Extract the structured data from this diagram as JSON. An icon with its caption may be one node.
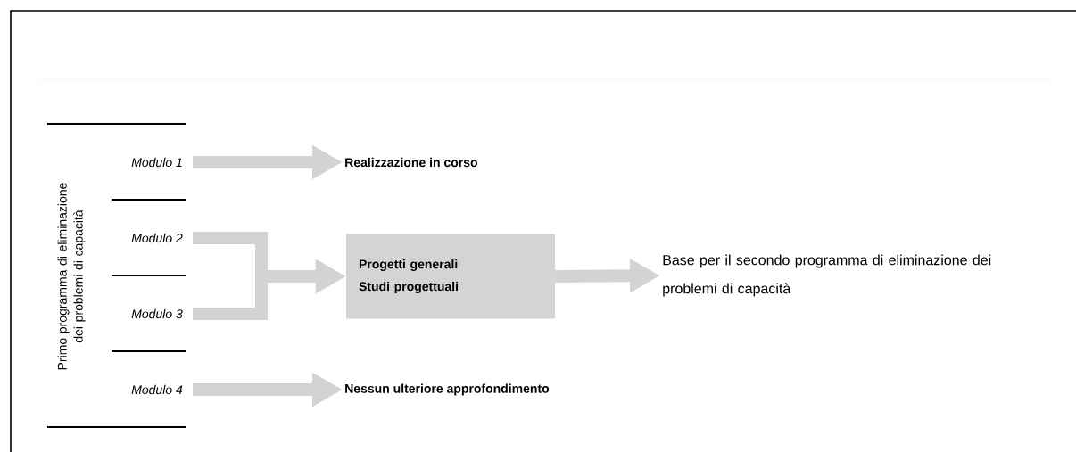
{
  "diagram": {
    "nodes": [
      {
        "text": [
          "Modulo 1"
        ]
      },
      {
        "text": [
          "Modulo 2"
        ]
      },
      {
        "text": [
          "Modulo 3"
        ]
      },
      {
        "text": [
          "Modulo 4"
        ]
      },
      {
        "text": [
          "Realizzazione in corso"
        ]
      },
      {
        "text": [
          "Progetti generali",
          "Studi progettuali"
        ]
      },
      {
        "text": [
          "Base per il secondo programma di eliminazione dei problemi di capacità"
        ]
      },
      {
        "text": [
          "Nessun ulteriore approfondimento"
        ]
      }
    ],
    "edges": [
      {
        "from": 0,
        "to": 4,
        "arrow": "to"
      },
      {
        "from": 1,
        "to": 5,
        "arrow": "to"
      },
      {
        "from": 2,
        "to": 5,
        "arrow": "to"
      },
      {
        "from": 5,
        "to": 6,
        "arrow": "to"
      },
      {
        "from": 3,
        "to": 7,
        "arrow": "to"
      }
    ],
    "labels": [
      "Primo programma di eliminazione dei problemi di capacità"
    ]
  }
}
